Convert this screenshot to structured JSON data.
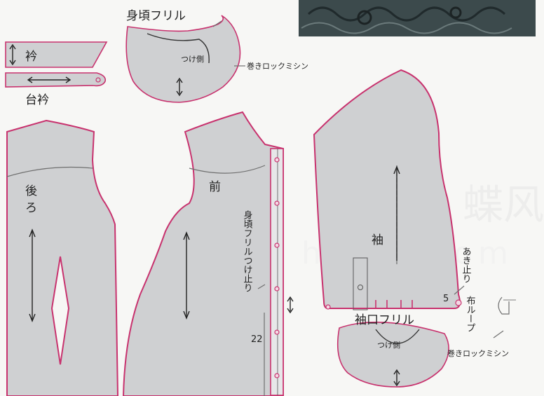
{
  "labels": {
    "collar": "衿",
    "collar_stand": "台衿",
    "bodice_frill": "身頃フリル",
    "attach_side_top": "つけ側",
    "rolled_hem_top": "巻きロックミシン",
    "back": "後ろ",
    "front": "前",
    "frill_stop_vertical": "身頃フリルつけ止り",
    "measure_22": "22",
    "sleeve": "袖",
    "placket_stop": "あき止り",
    "measure_5": "5",
    "cuff_frill": "袖口フリル",
    "fabric_loop": "布ループ",
    "attach_side_bottom": "つけ側",
    "rolled_hem_bottom": "巻きロックミシン",
    "watermark_cn": "蝶风",
    "watermark_en": "hudie.com"
  }
}
